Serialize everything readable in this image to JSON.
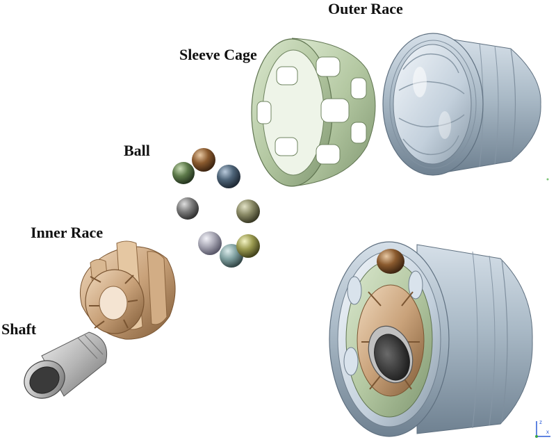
{
  "labels": {
    "outer_race": "Outer Race",
    "sleeve_cage": "Sleeve Cage",
    "ball": "Ball",
    "inner_race": "Inner Race",
    "shaft": "Shaft"
  },
  "triad": {
    "z": "z",
    "x": "x"
  },
  "colors": {
    "outer_race": "#a9b9c6",
    "sleeve_cage": "#b4c8a2",
    "inner_race": "#c9a27a",
    "shaft": "#b5b5b5",
    "balls": [
      "#8a5a2e",
      "#5d7a4a",
      "#4e6478",
      "#7c7c7c",
      "#8a8a66",
      "#a9a8b5",
      "#7fa0a0",
      "#9a9a50"
    ]
  }
}
